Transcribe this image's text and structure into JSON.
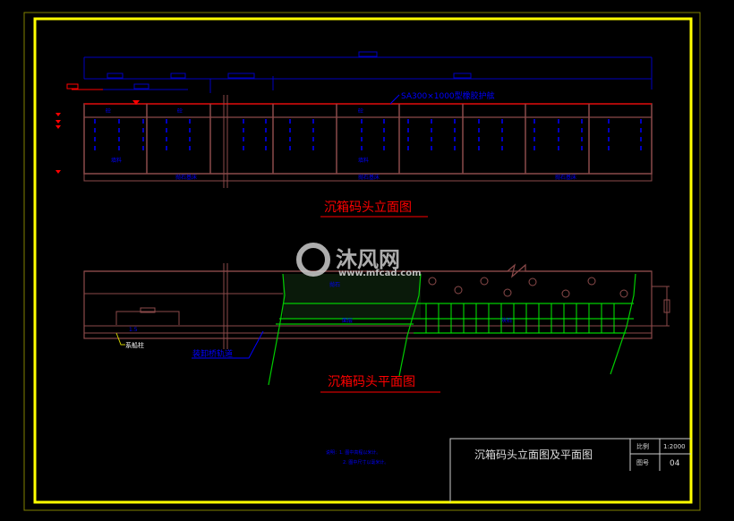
{
  "elevation": {
    "title": "沉箱码头立面图",
    "fender_label": "SA300×1000型橡胶护舷",
    "cell_label_top": "砼",
    "cell_label_bottom": "填料",
    "base_label": "抛石基床"
  },
  "plan": {
    "title": "沉箱码头平面图",
    "bollard_label": "系船柱",
    "crane_rail_label": "装卸桥轨道",
    "fill_label": "块石",
    "slab_label": "面层",
    "stone_label": "抛石",
    "bollard_dim": "1.5"
  },
  "watermark": {
    "brand": "沐风网",
    "url": "www.mfcad.com"
  },
  "notes": {
    "line1": "说明：1. 图中高程以米计。",
    "line2": "2. 图中尺寸以毫米计。"
  },
  "title_block": {
    "drawing_name": "沉箱码头立面图及平面图",
    "scale_label": "比例",
    "scale_value": "1:2000",
    "number_label": "图号",
    "number_value": "04"
  },
  "colors": {
    "frame": "#ffff00",
    "structure": "#8b4a4a",
    "dimension": "#0000ff",
    "title": "#ff0000",
    "plan_green": "#00ff00"
  }
}
